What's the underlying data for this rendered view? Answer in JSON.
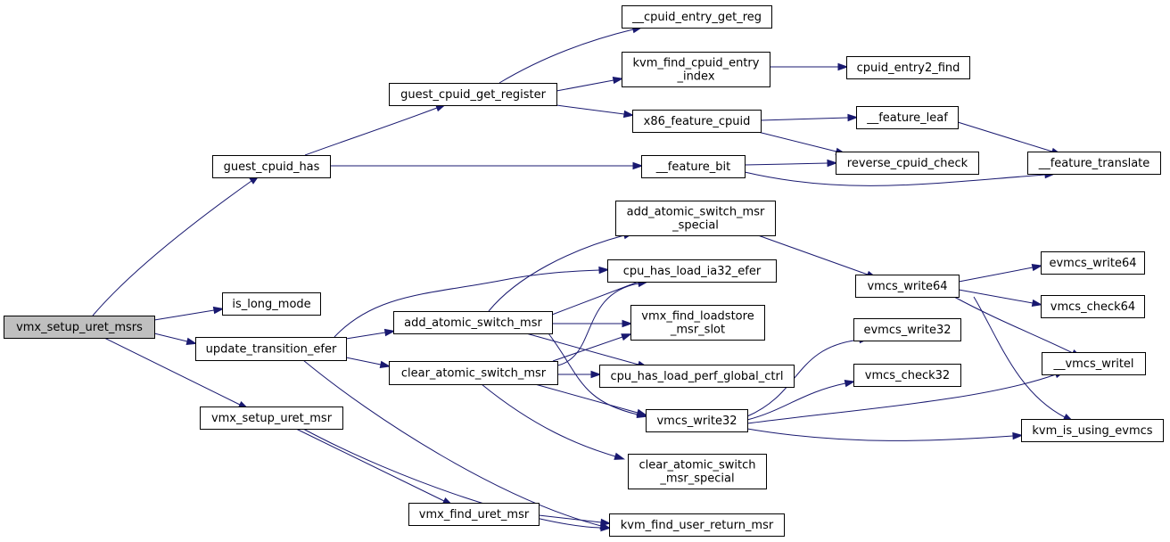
{
  "graph": {
    "root": "vmx_setup_uret_msrs",
    "colors": {
      "edge": "#191970",
      "node_fill": "#ffffff",
      "root_fill": "#bfbfbf",
      "border": "#000000"
    },
    "nodes": {
      "vmx_setup_uret_msrs": [
        "vmx_setup_uret_msrs"
      ],
      "guest_cpuid_has": [
        "guest_cpuid_has"
      ],
      "is_long_mode": [
        "is_long_mode"
      ],
      "update_transition_efer": [
        "update_transition_efer"
      ],
      "vmx_setup_uret_msr": [
        "vmx_setup_uret_msr"
      ],
      "guest_cpuid_get_register": [
        "guest_cpuid_get_register"
      ],
      "add_atomic_switch_msr": [
        "add_atomic_switch_msr"
      ],
      "clear_atomic_switch_msr": [
        "clear_atomic_switch_msr"
      ],
      "vmx_find_uret_msr": [
        "vmx_find_uret_msr"
      ],
      "__cpuid_entry_get_reg": [
        "__cpuid_entry_get_reg"
      ],
      "kvm_find_cpuid_entry_index": [
        "kvm_find_cpuid_entry",
        "_index"
      ],
      "x86_feature_cpuid": [
        "x86_feature_cpuid"
      ],
      "__feature_bit": [
        "__feature_bit"
      ],
      "add_atomic_switch_msr_special": [
        "add_atomic_switch_msr",
        "_special"
      ],
      "cpu_has_load_ia32_efer": [
        "cpu_has_load_ia32_efer"
      ],
      "vmx_find_loadstore_msr_slot": [
        "vmx_find_loadstore",
        "_msr_slot"
      ],
      "cpu_has_load_perf_global_ctrl": [
        "cpu_has_load_perf_global_ctrl"
      ],
      "vmcs_write32": [
        "vmcs_write32"
      ],
      "clear_atomic_switch_msr_special": [
        "clear_atomic_switch",
        "_msr_special"
      ],
      "kvm_find_user_return_msr": [
        "kvm_find_user_return_msr"
      ],
      "cpuid_entry2_find": [
        "cpuid_entry2_find"
      ],
      "__feature_leaf": [
        "__feature_leaf"
      ],
      "reverse_cpuid_check": [
        "reverse_cpuid_check"
      ],
      "vmcs_write64": [
        "vmcs_write64"
      ],
      "evmcs_write32": [
        "evmcs_write32"
      ],
      "vmcs_check32": [
        "vmcs_check32"
      ],
      "__feature_translate": [
        "__feature_translate"
      ],
      "evmcs_write64": [
        "evmcs_write64"
      ],
      "vmcs_check64": [
        "vmcs_check64"
      ],
      "__vmcs_writel": [
        "__vmcs_writel"
      ],
      "kvm_is_using_evmcs": [
        "kvm_is_using_evmcs"
      ]
    },
    "edges": [
      [
        "vmx_setup_uret_msrs",
        "guest_cpuid_has"
      ],
      [
        "vmx_setup_uret_msrs",
        "is_long_mode"
      ],
      [
        "vmx_setup_uret_msrs",
        "update_transition_efer"
      ],
      [
        "vmx_setup_uret_msrs",
        "vmx_setup_uret_msr"
      ],
      [
        "guest_cpuid_has",
        "guest_cpuid_get_register"
      ],
      [
        "guest_cpuid_has",
        "__feature_bit"
      ],
      [
        "guest_cpuid_get_register",
        "__cpuid_entry_get_reg"
      ],
      [
        "guest_cpuid_get_register",
        "kvm_find_cpuid_entry_index"
      ],
      [
        "guest_cpuid_get_register",
        "x86_feature_cpuid"
      ],
      [
        "kvm_find_cpuid_entry_index",
        "cpuid_entry2_find"
      ],
      [
        "x86_feature_cpuid",
        "__feature_leaf"
      ],
      [
        "x86_feature_cpuid",
        "reverse_cpuid_check"
      ],
      [
        "__feature_bit",
        "reverse_cpuid_check"
      ],
      [
        "__feature_bit",
        "__feature_translate"
      ],
      [
        "__feature_leaf",
        "__feature_translate"
      ],
      [
        "update_transition_efer",
        "add_atomic_switch_msr"
      ],
      [
        "update_transition_efer",
        "clear_atomic_switch_msr"
      ],
      [
        "update_transition_efer",
        "cpu_has_load_ia32_efer"
      ],
      [
        "update_transition_efer",
        "kvm_find_user_return_msr"
      ],
      [
        "add_atomic_switch_msr",
        "add_atomic_switch_msr_special"
      ],
      [
        "add_atomic_switch_msr",
        "cpu_has_load_ia32_efer"
      ],
      [
        "add_atomic_switch_msr",
        "vmx_find_loadstore_msr_slot"
      ],
      [
        "add_atomic_switch_msr",
        "cpu_has_load_perf_global_ctrl"
      ],
      [
        "add_atomic_switch_msr",
        "vmcs_write32"
      ],
      [
        "clear_atomic_switch_msr",
        "cpu_has_load_ia32_efer"
      ],
      [
        "clear_atomic_switch_msr",
        "vmx_find_loadstore_msr_slot"
      ],
      [
        "clear_atomic_switch_msr",
        "cpu_has_load_perf_global_ctrl"
      ],
      [
        "clear_atomic_switch_msr",
        "vmcs_write32"
      ],
      [
        "clear_atomic_switch_msr",
        "clear_atomic_switch_msr_special"
      ],
      [
        "add_atomic_switch_msr_special",
        "vmcs_write64"
      ],
      [
        "vmcs_write64",
        "evmcs_write64"
      ],
      [
        "vmcs_write64",
        "vmcs_check64"
      ],
      [
        "vmcs_write64",
        "__vmcs_writel"
      ],
      [
        "vmcs_write64",
        "kvm_is_using_evmcs"
      ],
      [
        "vmcs_write32",
        "evmcs_write32"
      ],
      [
        "vmcs_write32",
        "vmcs_check32"
      ],
      [
        "vmcs_write32",
        "__vmcs_writel"
      ],
      [
        "vmcs_write32",
        "kvm_is_using_evmcs"
      ],
      [
        "vmx_setup_uret_msr",
        "vmx_find_uret_msr"
      ],
      [
        "vmx_setup_uret_msr",
        "kvm_find_user_return_msr"
      ],
      [
        "vmx_find_uret_msr",
        "kvm_find_user_return_msr"
      ]
    ]
  }
}
